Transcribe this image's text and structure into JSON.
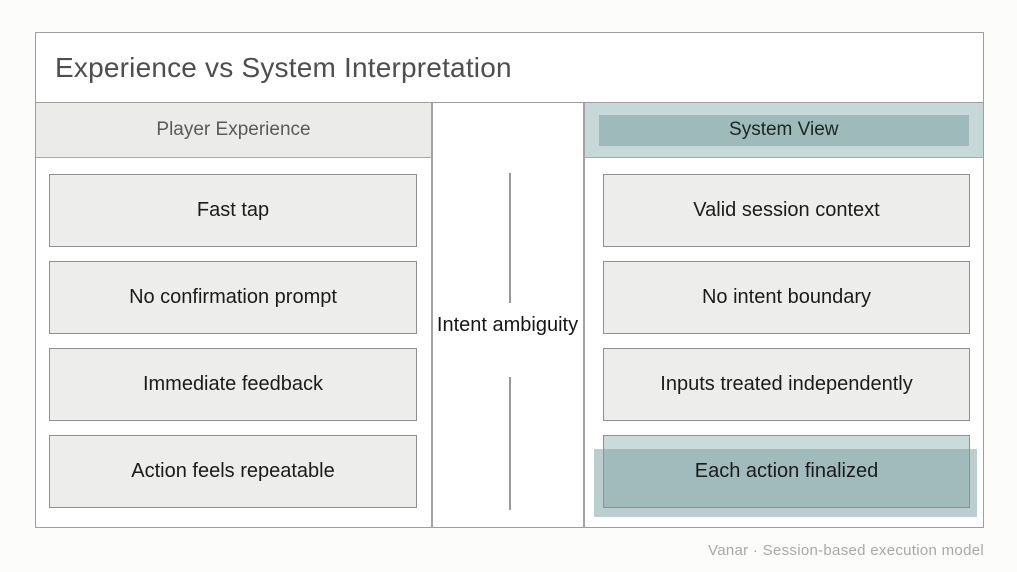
{
  "title": "Experience vs System Interpretation",
  "columns": {
    "left": {
      "header": "Player Experience",
      "items": [
        "Fast tap",
        "No confirmation prompt",
        "Immediate feedback",
        "Action feels repeatable"
      ]
    },
    "right": {
      "header": "System View",
      "items": [
        "Valid session context",
        "No intent boundary",
        "Inputs treated independently",
        "Each action finalized"
      ],
      "highlighted_item": "Each action finalized"
    }
  },
  "connector": {
    "label": "Intent ambiguity"
  },
  "footer": "Vanar · Session-based execution model",
  "colors": {
    "accent_light_teal": "#c7d8d8",
    "accent_overlay_teal": "rgba(120,156,158,0.5)",
    "box_fill": "#ededeb",
    "frame_border": "#9e9e9e",
    "title_text": "#4e4e4e",
    "footer_text": "#a8a8a8"
  }
}
